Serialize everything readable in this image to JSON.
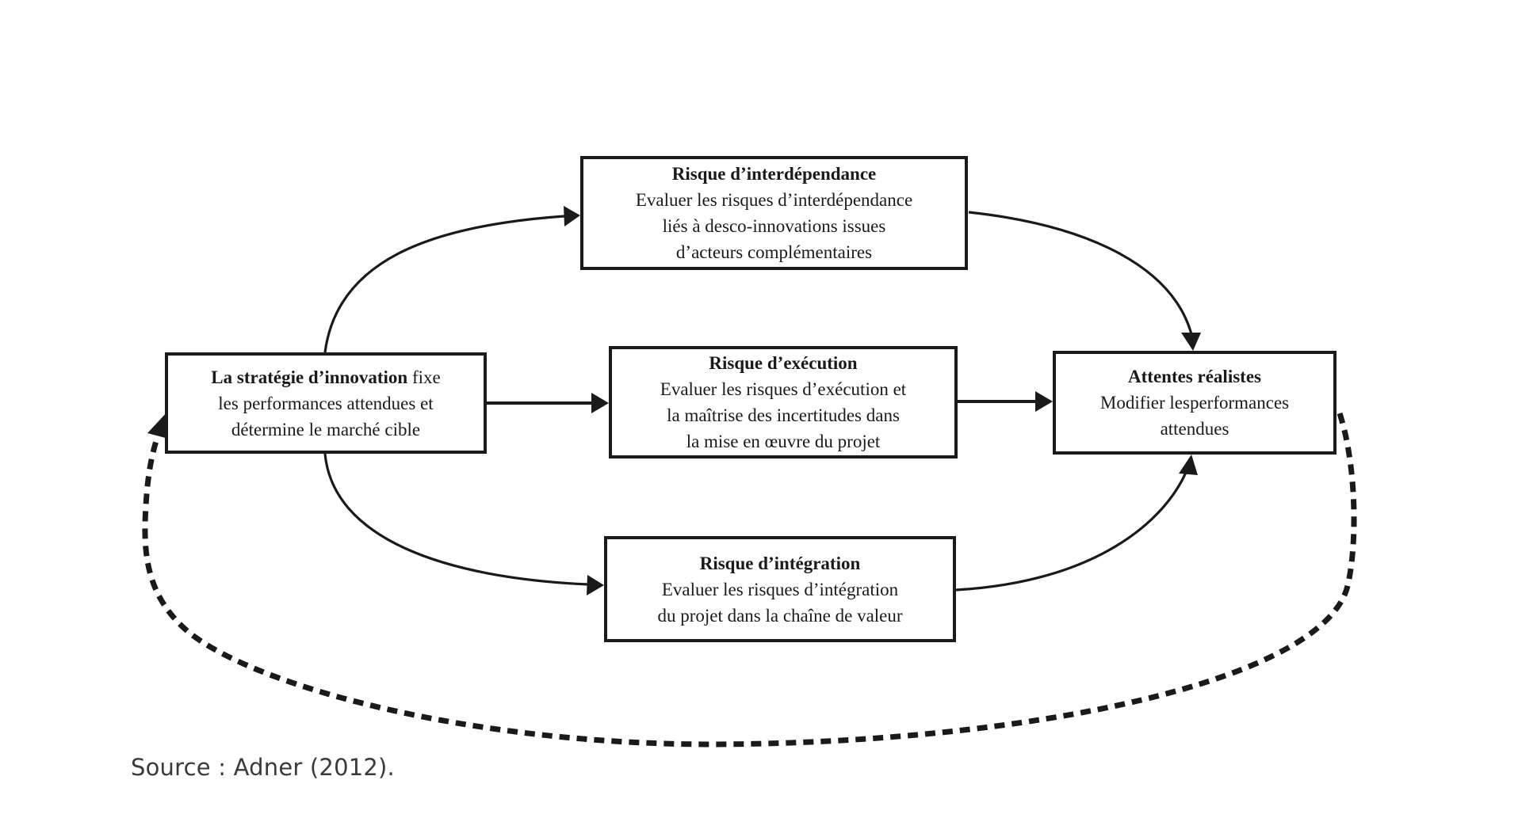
{
  "diagram": {
    "colors": {
      "stroke": "#1a1a1a",
      "background": "#ffffff",
      "source_text": "#3a3a3a"
    },
    "nodes": {
      "strategy": {
        "title": "La stratégie d’innovation",
        "lines": [
          "fixe",
          "les performances attendues et",
          "détermine le marché cible"
        ]
      },
      "interdependance": {
        "title": "Risque d’interdépendance",
        "lines": [
          "Evaluer les risques d’interdépendance",
          "liés à desco-innovations issues",
          "d’acteurs complémentaires"
        ]
      },
      "execution": {
        "title": "Risque d’exécution",
        "lines": [
          "Evaluer les risques d’exécution et",
          "la maîtrise des incertitudes dans",
          "la mise en œuvre du projet"
        ]
      },
      "integration": {
        "title": "Risque d’intégration",
        "lines": [
          "Evaluer les risques d’intégration",
          "du projet dans la chaîne de valeur"
        ]
      },
      "attentes": {
        "title": "Attentes réalistes",
        "lines": [
          "Modifier lesperformances",
          "attendues"
        ]
      }
    },
    "edges": [
      {
        "from": "strategy",
        "to": "interdependance",
        "style": "solid"
      },
      {
        "from": "strategy",
        "to": "execution",
        "style": "solid"
      },
      {
        "from": "strategy",
        "to": "integration",
        "style": "solid"
      },
      {
        "from": "interdependance",
        "to": "attentes",
        "style": "solid"
      },
      {
        "from": "execution",
        "to": "attentes",
        "style": "solid"
      },
      {
        "from": "integration",
        "to": "attentes",
        "style": "solid"
      },
      {
        "from": "attentes",
        "to": "strategy",
        "style": "dashed"
      }
    ]
  },
  "source": "Source : Adner (2012)."
}
